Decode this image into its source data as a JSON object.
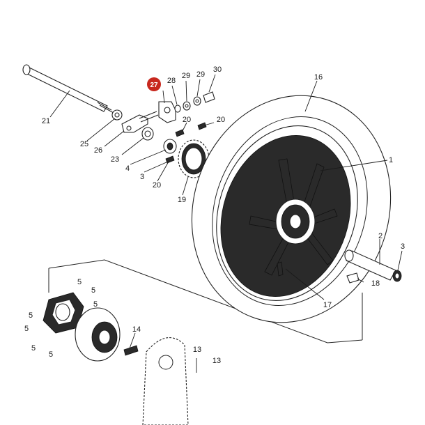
{
  "highlight": {
    "label": "27",
    "color": "#c8281e"
  },
  "callouts": {
    "c1": "1",
    "c2": "2",
    "c3a": "3",
    "c3b": "3",
    "c4": "4",
    "c5a": "5",
    "c5b": "5",
    "c5c": "5",
    "c5d": "5",
    "c5e": "5",
    "c5f": "5",
    "c5g": "5",
    "c13a": "13",
    "c13b": "13",
    "c14": "14",
    "c16": "16",
    "c17": "17",
    "c18": "18",
    "c19": "19",
    "c20a": "20",
    "c20b": "20",
    "c20c": "20",
    "c21": "21",
    "c23": "23",
    "c25": "25",
    "c26": "26",
    "c28": "28",
    "c29a": "29",
    "c29b": "29",
    "c30": "30"
  }
}
